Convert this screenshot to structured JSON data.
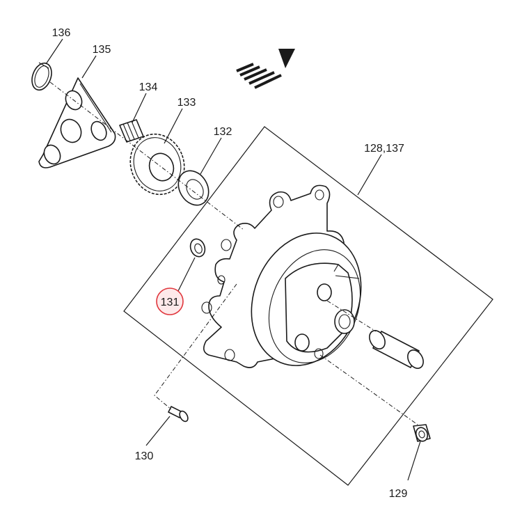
{
  "diagram": {
    "highlight_color": "#e0363c",
    "highlighted_part": "131",
    "parts": [
      {
        "id": "p136",
        "label": "136"
      },
      {
        "id": "p135",
        "label": "135"
      },
      {
        "id": "p134",
        "label": "134"
      },
      {
        "id": "p133",
        "label": "133"
      },
      {
        "id": "p132",
        "label": "132"
      },
      {
        "id": "p128",
        "label": "128,137"
      },
      {
        "id": "p131",
        "label": "131"
      },
      {
        "id": "p130",
        "label": "130"
      },
      {
        "id": "p129",
        "label": "129"
      }
    ],
    "direction_icon": "forward-arrow-icon"
  }
}
